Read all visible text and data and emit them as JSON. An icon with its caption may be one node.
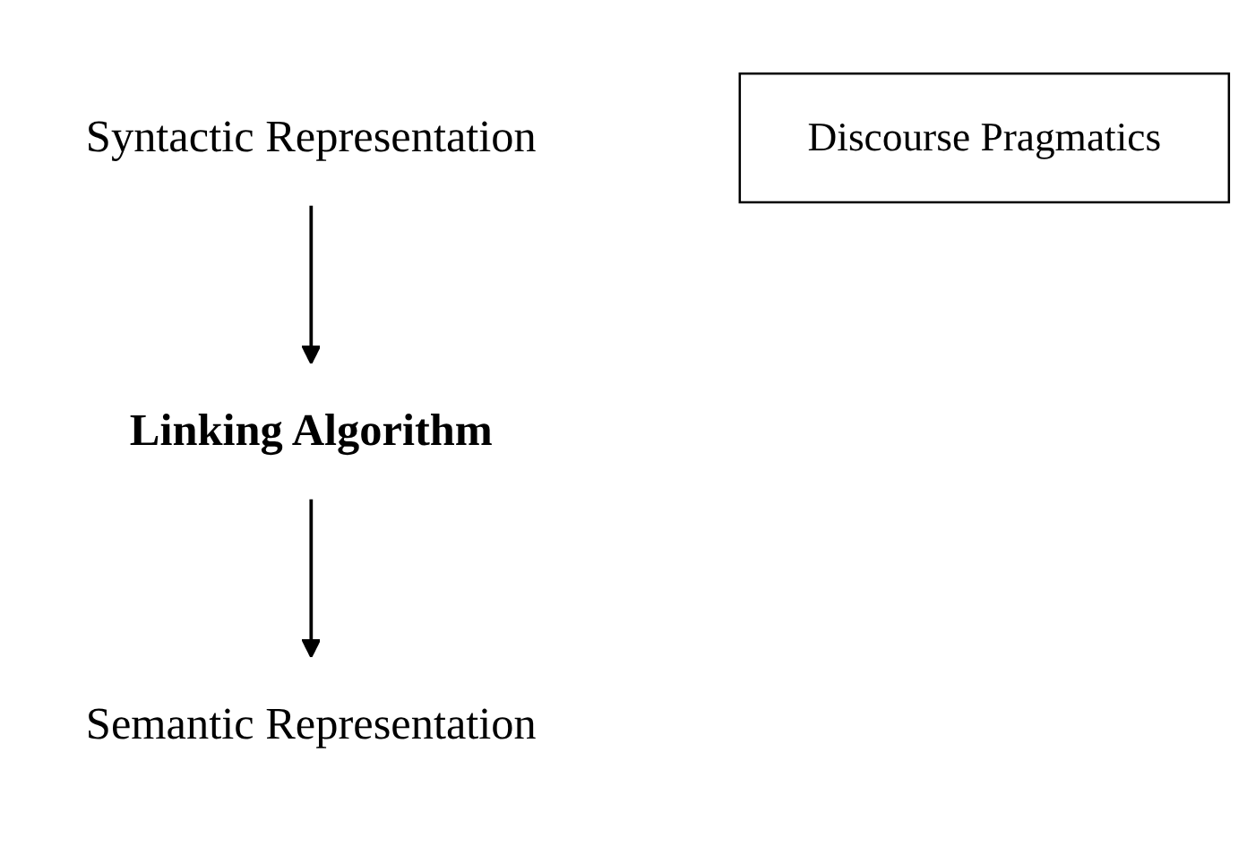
{
  "diagram": {
    "nodes": [
      {
        "text": [
          "Syntactic Representation"
        ]
      },
      {
        "text": [
          "Linking Algorithm"
        ]
      },
      {
        "text": [
          "Discourse Pragmatics"
        ]
      },
      {
        "text": [
          "Semantic Representation"
        ]
      }
    ],
    "edges": [
      {
        "from": 0,
        "to": 1,
        "arrow": "to"
      },
      {
        "from": 1,
        "to": 3,
        "arrow": "to"
      }
    ]
  }
}
